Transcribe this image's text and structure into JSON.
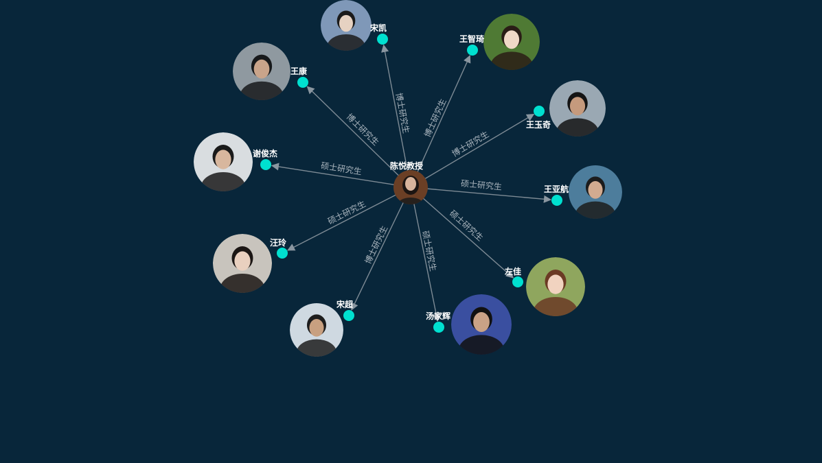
{
  "center": {
    "name": "陈悦教授"
  },
  "nodes": [
    {
      "name": "宋凯",
      "relation": "博士研究生"
    },
    {
      "name": "王智琦",
      "relation": "博士研究生"
    },
    {
      "name": "王康",
      "relation": "博士研究生"
    },
    {
      "name": "王玉奇",
      "relation": "博士研究生"
    },
    {
      "name": "谢俊杰",
      "relation": "硕士研究生"
    },
    {
      "name": "王亚航",
      "relation": "硕士研究生"
    },
    {
      "name": "汪玲",
      "relation": "硕士研究生"
    },
    {
      "name": "左佳",
      "relation": "硕士研究生"
    },
    {
      "name": "宋超",
      "relation": "博士研究生"
    },
    {
      "name": "汤家辉",
      "relation": "硕士研究生"
    }
  ],
  "colors": {
    "background": "#08263a",
    "node_dot": "#00e0d0",
    "edge": "#7e8b95",
    "edge_label": "#a9b4bd",
    "node_label": "#ffffff"
  }
}
